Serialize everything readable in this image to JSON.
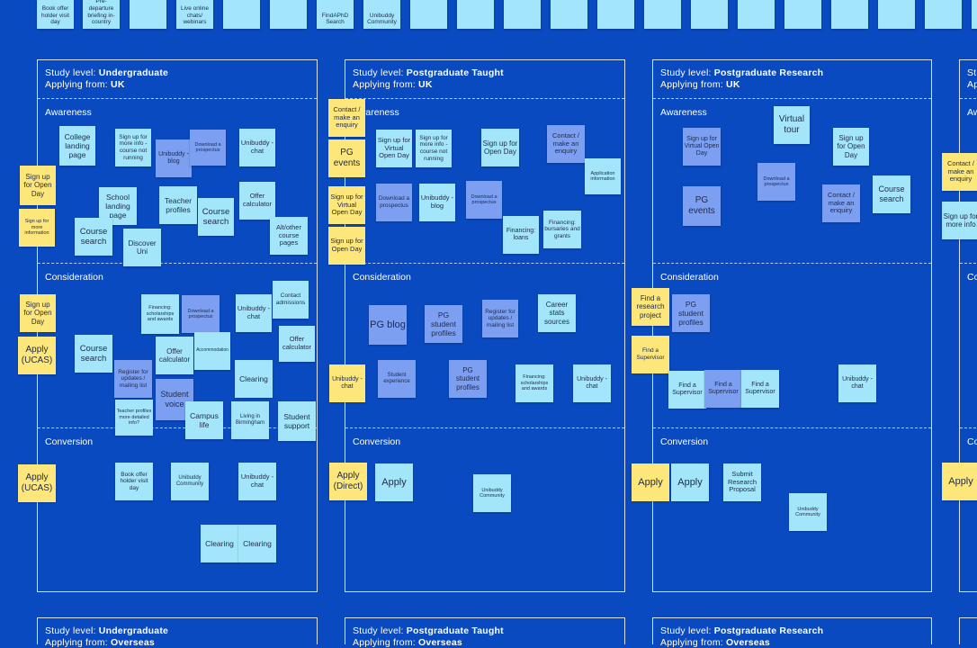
{
  "colors": {
    "background": "#0a4ac0",
    "sticky_light_blue": "#a3e6fb",
    "sticky_periwinkle": "#7d9ff2",
    "sticky_yellow": "#fde67a",
    "border": "#d8e2ff"
  },
  "top_row": [
    "Book offer holder visit day",
    "Pre-departure briefing in-country",
    "",
    "Live online chats/ webinars",
    "",
    "",
    "FindAPhD Search",
    "Unibuddy Community",
    "",
    "",
    "",
    "",
    "",
    "",
    "",
    "",
    "",
    "",
    "",
    "",
    ""
  ],
  "panels": [
    {
      "prefix": "Study level: ",
      "level": "Undergraduate",
      "from_prefix": "Applying from: ",
      "from": "UK"
    },
    {
      "prefix": "Study level: ",
      "level": "Postgraduate Taught",
      "from_prefix": "Applying from: ",
      "from": "UK"
    },
    {
      "prefix": "Study level: ",
      "level": "Postgraduate Research",
      "from_prefix": "Applying from: ",
      "from": "UK"
    },
    {
      "prefix": "St",
      "level": "",
      "from_prefix": "Ap",
      "from": ""
    }
  ],
  "bottom_panels": [
    {
      "prefix": "Study level: ",
      "level": "Undergraduate",
      "from_prefix": "Applying from: ",
      "from": "Overseas"
    },
    {
      "prefix": "Study level: ",
      "level": "Postgraduate Taught",
      "from_prefix": "Applying from: ",
      "from": "Overseas"
    },
    {
      "prefix": "Study level: ",
      "level": "Postgraduate Research",
      "from_prefix": "Applying from: ",
      "from": "Overseas"
    }
  ],
  "sections": [
    "Awareness",
    "Consideration",
    "Conversion"
  ],
  "section_partial": [
    "Aw",
    "Co",
    "Co"
  ],
  "notes": [
    "College landing page",
    "Sign up for more info - course not running",
    "Unibuddy - blog",
    "Download a prospectus",
    "Unibuddy - chat",
    "Sign up for Open Day",
    "Sign up for more information",
    "School landing page",
    "Teacher profiles",
    "Course search",
    "Offer calculator",
    "Course search",
    "Discover Uni",
    "Alt/other course pages",
    "Financing: scholarships and awards",
    "Download a prospectus",
    "Unibuddy - chat",
    "Contact admissions",
    "Sign up for Open Day",
    "Apply (UCAS)",
    "Course search",
    "Offer calculator",
    "Accommodation",
    "Offer calculator",
    "Register for updates / mailing list",
    "Clearing",
    "Student voice",
    "Teacher profiles more detailed info?",
    "Campus life",
    "Living in Birmingham",
    "Student support",
    "Apply (UCAS)",
    "Book offer holder visit day",
    "Unibuddy Community",
    "Unibuddy - chat",
    "Clearing",
    "Clearing",
    "Contact / make an enquiry",
    "PG events",
    "Sign up for Virtual Open Day",
    "Sign up for Open Day",
    "Sign up for Virtual Open Day",
    "Sign up for more info - course not running",
    "Sign up for Open Day",
    "Contact / make an enquiry",
    "Application information",
    "Download a prospectus",
    "Unibuddy - blog",
    "Download a prospectus",
    "Financing: loans",
    "Financing: bursaries and grants",
    "PG blog",
    "PG student profiles",
    "Register for updates / mailing list",
    "Career stats sources",
    "Unibuddy - chat",
    "Student experience",
    "PG student profiles",
    "Financing: scholarships and awards",
    "Unibuddy - chat",
    "Apply (Direct)",
    "Apply",
    "Unibuddy Community",
    "Virtual tour",
    "Sign up for Virtual Open Day",
    "Sign up for Open Day",
    "Download a prospectus",
    "PG events",
    "Contact / make an enquiry",
    "Course search",
    "Find a research project",
    "PG student profiles",
    "Find a Supervisor",
    "Find a Supervisor",
    "Find a Supervisor",
    "Find a Supervisor",
    "Unibuddy - chat",
    "Apply",
    "Apply",
    "Submit Research Proposal",
    "Unibuddy Community",
    "Contact / make an enquiry",
    "Sign up for more info",
    "Apply"
  ]
}
